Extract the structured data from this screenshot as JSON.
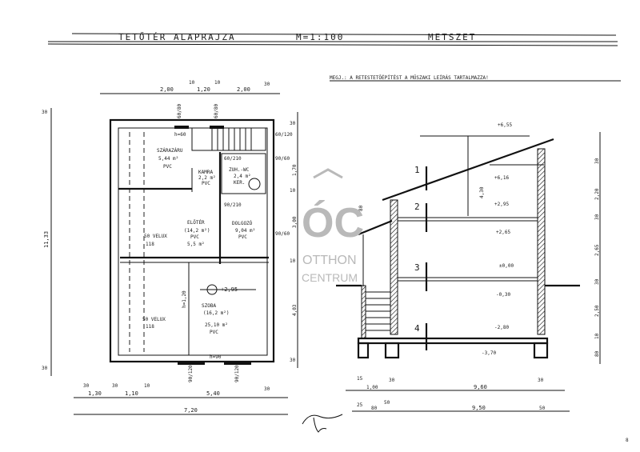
{
  "title": {
    "plan": "TETŐTÉR ALAPRAJZA",
    "scale": "M=1:100",
    "section": "METSZET",
    "note": "MEGJ.: A RETESTETŐÉPÍTÉST A MŰSZAKI LEÍRÁS TARTALMAZZA!"
  },
  "plan": {
    "rooms": [
      {
        "name": "SZÁRAZÁRU",
        "area": "5,44 m²",
        "floor": "PVC"
      },
      {
        "name": "KAMRA",
        "area": "2,2 m²",
        "floor": "PVC"
      },
      {
        "name": "ZUH.-WC",
        "area": "2,4 m²",
        "floor": "KER."
      },
      {
        "name": "ELŐTÉR",
        "area": "(14,2 m²)",
        "floor": "PVC",
        "extra": "5,5 m²"
      },
      {
        "name": "DOLGOZÓ",
        "area": "9,04 m²",
        "floor": "PVC"
      },
      {
        "name": "SZOBA",
        "area": "(16,2 m²)",
        "floor": "PVC",
        "extra": "25,10 m²"
      }
    ],
    "velux": [
      "50 VELUX",
      "118",
      "50 VELUX",
      "118"
    ],
    "level": "+2,95",
    "heights": [
      "h=1,20",
      "h=90",
      "h=60"
    ],
    "window_tags": [
      "60/80",
      "60/80",
      "60/120",
      "90/120",
      "90/120",
      "90/60",
      "90/60",
      "60/210",
      "90/210"
    ],
    "dims_top": [
      "2,00",
      "10",
      "1,20",
      "10",
      "2,00",
      "30"
    ],
    "dims_bottom": [
      "30",
      "1,30",
      "30",
      "1,10",
      "10",
      "5,40",
      "30"
    ],
    "dims_total": "7,20",
    "dims_left": [
      "30",
      "11,33",
      "30"
    ],
    "dims_right": [
      "30",
      "1,70",
      "10",
      "3,00",
      "10",
      "4,03",
      "30"
    ]
  },
  "section": {
    "cut_marks": [
      "1",
      "2",
      "3",
      "4"
    ],
    "levels": [
      "+6,55",
      "+6,16",
      "+2,95",
      "+2,65",
      "±0,00",
      "-0,30",
      "-2,80",
      "-3,70"
    ],
    "dims_right": [
      "30",
      "2,20",
      "30",
      "2,65",
      "30",
      "2,50",
      "10",
      "80"
    ],
    "dims_inner": [
      "4,30",
      "80"
    ],
    "dims_bottom1": [
      "15",
      "1,00",
      "30",
      "9,60",
      "30"
    ],
    "dims_bottom2": [
      "25",
      "80",
      "50",
      "9,50",
      "50"
    ]
  },
  "watermark": {
    "logo": "ÓC",
    "line1": "OTTHON",
    "line2": "CENTRUM"
  },
  "page_number": "8"
}
